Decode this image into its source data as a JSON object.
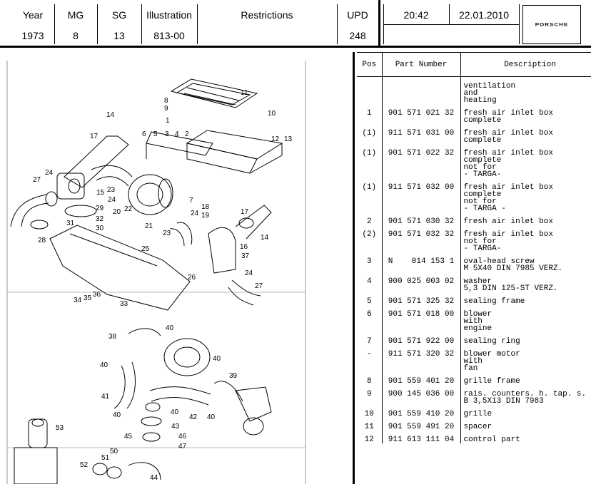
{
  "header": {
    "columns": [
      {
        "label": "Year",
        "value": "1973"
      },
      {
        "label": "MG",
        "value": "8"
      },
      {
        "label": "SG",
        "value": "13"
      },
      {
        "label": "Illustration",
        "value": "813-00"
      },
      {
        "label": "Restrictions",
        "value": ""
      },
      {
        "label": "UPD",
        "value": "248"
      }
    ],
    "time": "20:42",
    "date": "22.01.2010",
    "brand": "PORSCHE"
  },
  "parts_table": {
    "columns": [
      "Pos",
      "Part Number",
      "Description"
    ],
    "rows": [
      {
        "pos": "",
        "part": "",
        "desc": "ventilation\nand\nheating"
      },
      {
        "pos": "1",
        "part": "901 571 021 32",
        "desc": "fresh air inlet box\ncomplete"
      },
      {
        "pos": "(1)",
        "part": "911 571 031 00",
        "desc": "fresh air inlet box\ncomplete"
      },
      {
        "pos": "(1)",
        "part": "901 571 022 32",
        "desc": "fresh air inlet box\ncomplete\nnot for\n- TARGA-"
      },
      {
        "pos": "(1)",
        "part": "911 571 032 00",
        "desc": "fresh air inlet box\ncomplete\nnot for\n- TARGA -"
      },
      {
        "pos": "2",
        "part": "901 571 030 32",
        "desc": "fresh air inlet box"
      },
      {
        "pos": "(2)",
        "part": "901 571 032 32",
        "desc": "fresh air inlet box\nnot for\n- TARGA-"
      },
      {
        "pos": "3",
        "part": "N    014 153 1",
        "desc": "oval-head screw\nM 5X40 DIN 7985 VERZ."
      },
      {
        "pos": "4",
        "part": "900 025 003 02",
        "desc": "washer\n5,3 DIN 125-ST VERZ."
      },
      {
        "pos": "5",
        "part": "901 571 325 32",
        "desc": "sealing frame"
      },
      {
        "pos": "6",
        "part": "901 571 018 00",
        "desc": "blower\nwith\nengine"
      },
      {
        "pos": "7",
        "part": "901 571 922 00",
        "desc": "sealing ring"
      },
      {
        "pos": "-",
        "part": "911 571 320 32",
        "desc": "blower motor\nwith\nfan"
      },
      {
        "pos": "8",
        "part": "901 559 401 20",
        "desc": "grille frame"
      },
      {
        "pos": "9",
        "part": "900 145 036 00",
        "desc": "rais. counters. h. tap. s.\nB 3,5X13 DIN 7983"
      },
      {
        "pos": "10",
        "part": "901 559 410 20",
        "desc": "grille"
      },
      {
        "pos": "11",
        "part": "901 559 491 20",
        "desc": "spacer"
      },
      {
        "pos": "12",
        "part": "911 613 111 04",
        "desc": "control part"
      }
    ]
  },
  "diagram": {
    "callouts": [
      "1",
      "2",
      "3",
      "4",
      "5",
      "6",
      "7",
      "8",
      "9",
      "10",
      "11",
      "12",
      "13",
      "14",
      "15",
      "16",
      "17",
      "18",
      "19",
      "20",
      "21",
      "22",
      "23",
      "24",
      "25",
      "26",
      "27",
      "28",
      "29",
      "30",
      "31",
      "32",
      "33",
      "34",
      "35",
      "36",
      "37",
      "38",
      "39",
      "40",
      "41",
      "42",
      "43",
      "44",
      "45",
      "46",
      "47",
      "50",
      "51",
      "52",
      "53"
    ]
  }
}
